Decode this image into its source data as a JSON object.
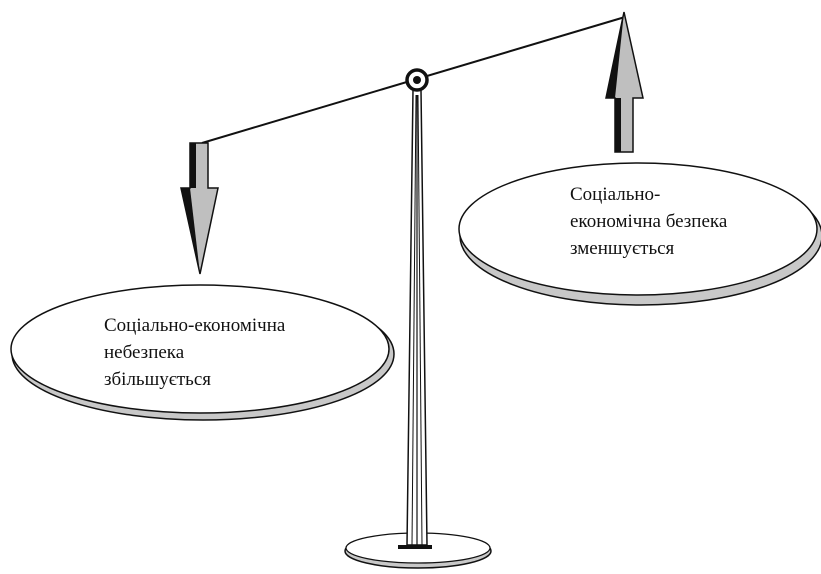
{
  "diagram": {
    "left_pan": {
      "lines": [
        "Соціально-економічна",
        "небезпека",
        "збільшується"
      ]
    },
    "right_pan": {
      "lines": [
        "Соціально-",
        "економічна безпека",
        "зменшується"
      ]
    },
    "colors": {
      "ink": "#111111",
      "pan_fill": "#c8c8c8",
      "arrow_fill": "#bfbfbf"
    }
  }
}
